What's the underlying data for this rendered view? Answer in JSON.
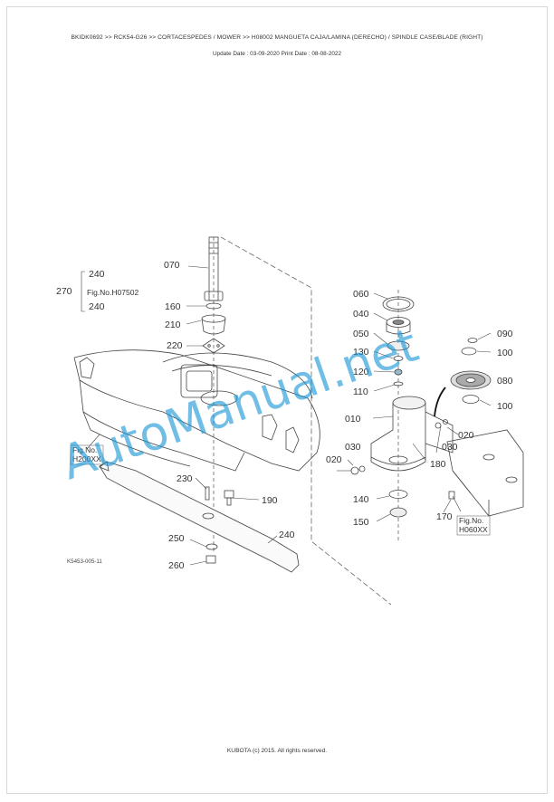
{
  "header": {
    "breadcrumb": "BKIDK0692 >> RCK54-G26 >> CORTACESPEDES / MOWER >> H08002   MANGUETA CAJA/LAMINA (DERECHO) / SPINDLE CASE/BLADE (RIGHT)",
    "dates": "Update Date : 03-09-2020   Print Date : 08-08-2022"
  },
  "diagram": {
    "code": "K5453-005-11",
    "group_270": {
      "label": "270",
      "line1": "240",
      "line2": "Fig.No.H07502",
      "line3": "240"
    },
    "fig_refs": [
      {
        "line1": "Fig.No.",
        "line2": "H200XX"
      },
      {
        "line1": "Fig.No.",
        "line2": "H060XX"
      }
    ],
    "part_labels": {
      "p070": "070",
      "p160": "160",
      "p210": "210",
      "p220": "220",
      "p230": "230",
      "p190": "190",
      "p250": "250",
      "p240": "240",
      "p260": "260",
      "p060": "060",
      "p040": "040",
      "p050": "050",
      "p090": "090",
      "p130": "130",
      "p100a": "100",
      "p120": "120",
      "p080": "080",
      "p110": "110",
      "p100b": "100",
      "p010": "010",
      "p020a": "020",
      "p030a": "030",
      "p020b": "020",
      "p030b": "030",
      "p180": "180",
      "p140": "140",
      "p170": "170",
      "p150": "150"
    }
  },
  "watermark": "AutoManual.net",
  "footer": {
    "copyright": "KUBOTA (c) 2015. All rights reserved."
  }
}
